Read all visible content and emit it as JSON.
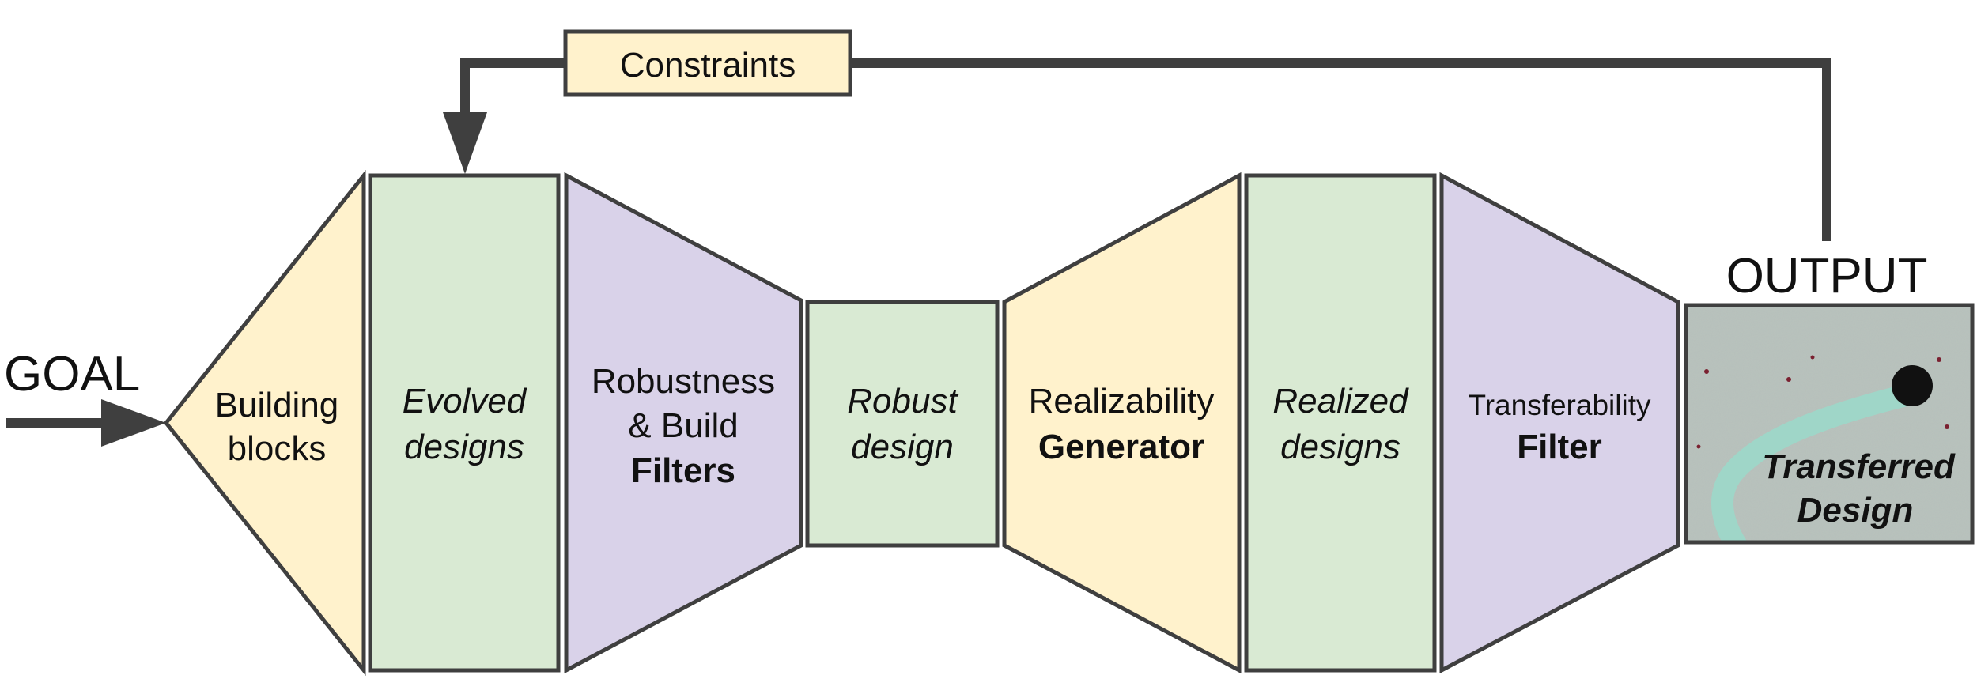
{
  "goal_label": "GOAL",
  "output_label": "OUTPUT",
  "constraints_label": "Constraints",
  "stages": {
    "building_blocks": {
      "line1": "Building",
      "line2": "blocks"
    },
    "evolved_designs": {
      "line1": "Evolved",
      "line2": "designs"
    },
    "robustness_filters": {
      "line1": "Robustness",
      "line2": "& Build",
      "line3": "Filters"
    },
    "robust_design": {
      "line1": "Robust",
      "line2": "design"
    },
    "realizability_generator": {
      "line1": "Realizability",
      "line2": "Generator"
    },
    "realized_designs": {
      "line1": "Realized",
      "line2": "designs"
    },
    "transferability_filter": {
      "line1": "Transferability",
      "line2": "Filter"
    }
  },
  "output_image": {
    "line1": "Transferred",
    "line2": "Design"
  },
  "colors": {
    "yellow": "#fff2cc",
    "green": "#d9ead3",
    "purple": "#d9d2e9",
    "stroke": "#3f3f3f",
    "photo_bg": "#b9c3bd",
    "trail": "#9fd6c8",
    "blob": "#111111"
  }
}
